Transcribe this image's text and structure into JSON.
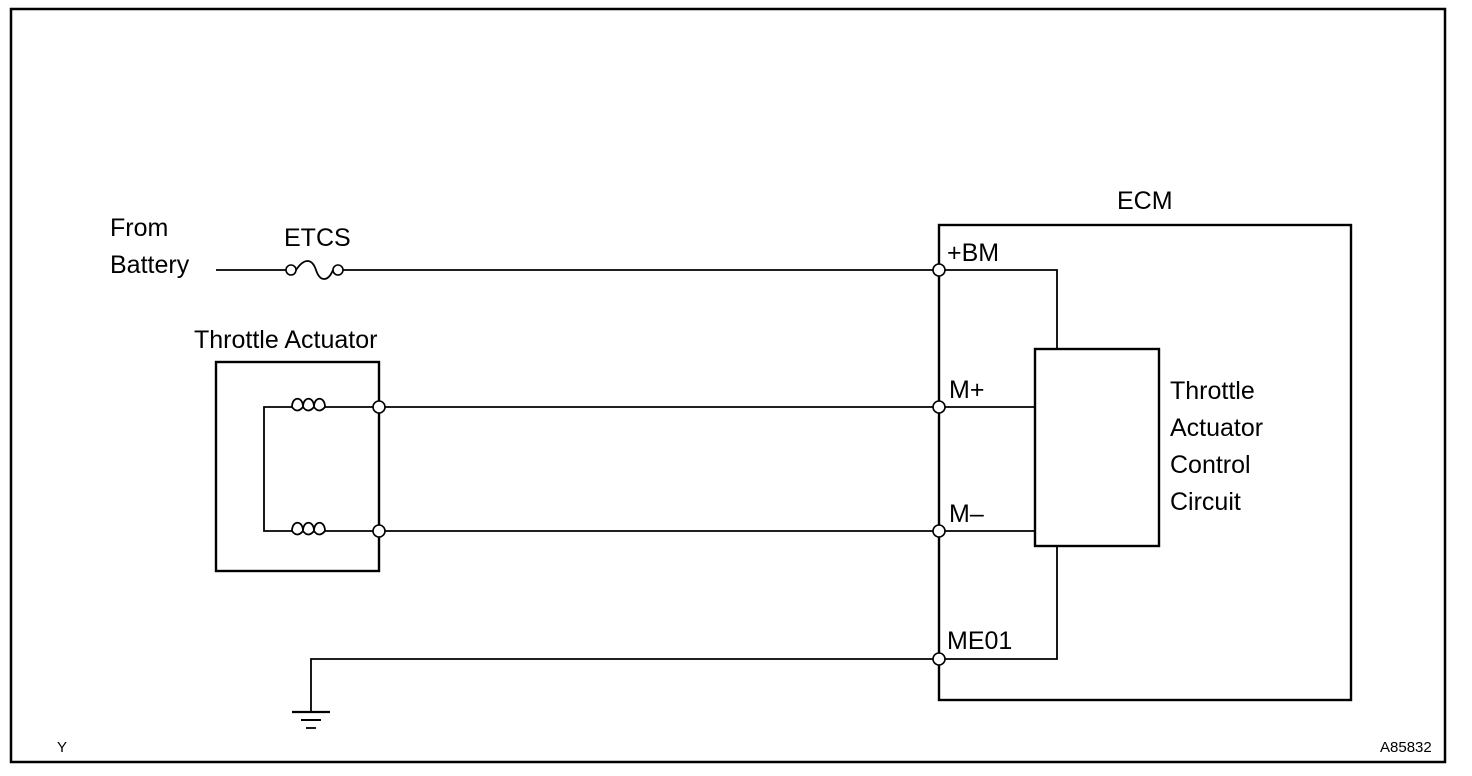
{
  "source": {
    "line1": "From",
    "line2": "Battery"
  },
  "fuse": {
    "label": "ETCS"
  },
  "ecm": {
    "label": "ECM",
    "terminals": {
      "bm": "+BM",
      "m_plus": "M+",
      "m_minus": "M–",
      "me01": "ME01"
    },
    "control_circuit": {
      "lines": [
        "Throttle",
        "Actuator",
        "Control",
        "Circuit"
      ]
    }
  },
  "actuator": {
    "label": "Throttle Actuator"
  },
  "footer": {
    "left_code": "Y",
    "figure_id": "A85832"
  }
}
